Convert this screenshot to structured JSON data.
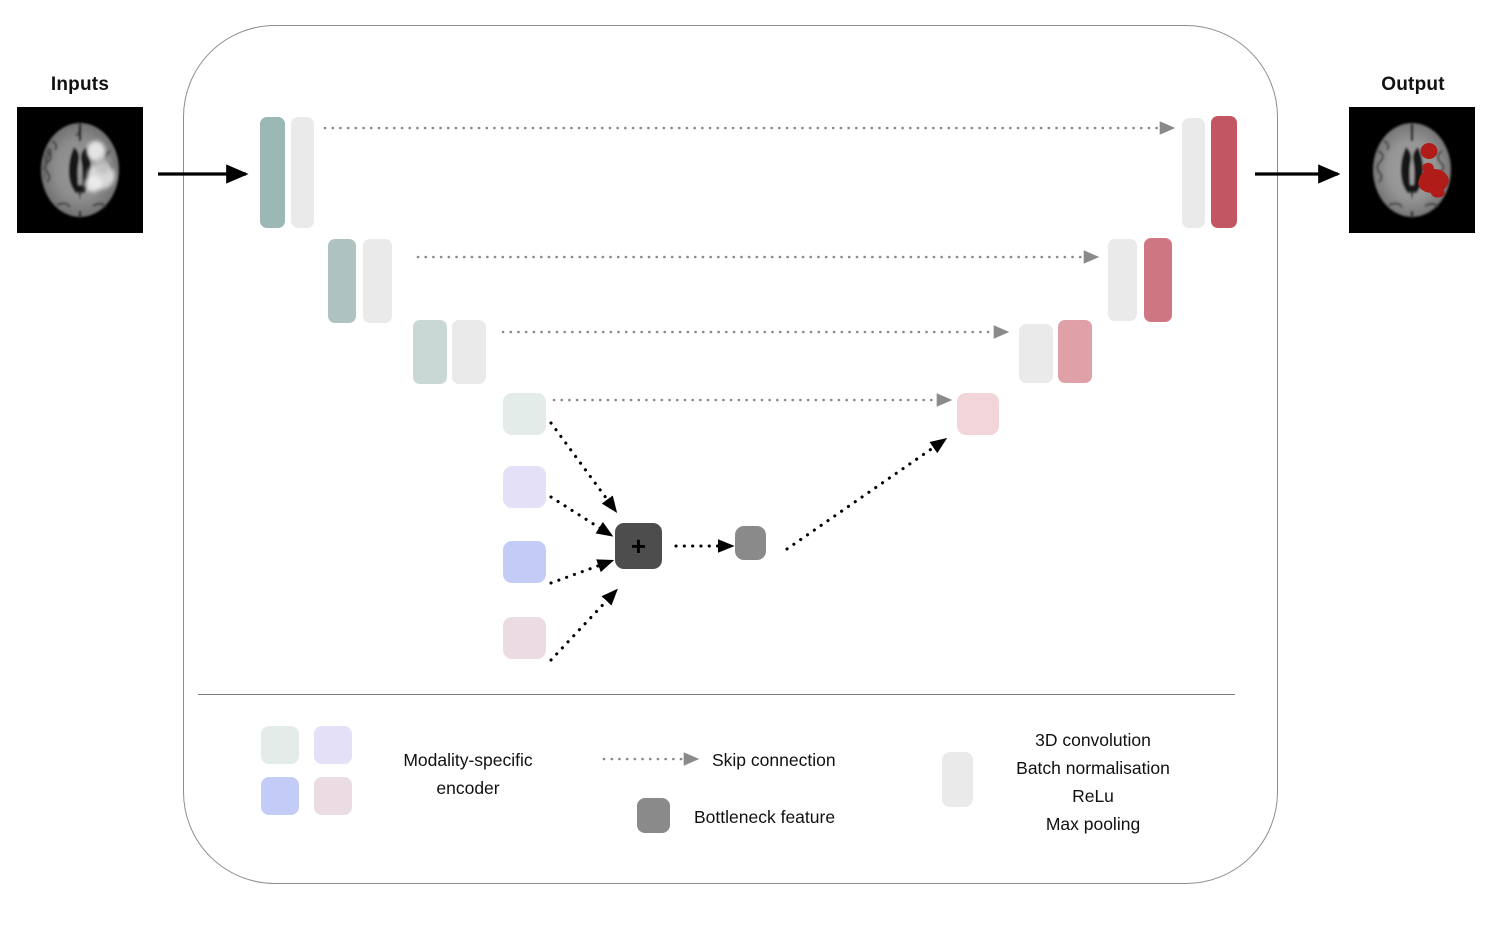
{
  "figure": {
    "type": "neural-network-architecture-diagram",
    "title_left": "Inputs",
    "title_right": "Output",
    "modality_count": 4
  },
  "io": {
    "input_label": "Inputs",
    "output_label": "Output",
    "input_image_alt": "axial-dwi-brain-mri-slice",
    "output_image_alt": "axial-dwi-brain-mri-slice-with-red-lesion-segmentation-overlay",
    "lesion_overlay_color": "#B01C17"
  },
  "colors": {
    "encoder_l1": "#9BB8B5",
    "encoder_l2": "#AEC3BF",
    "encoder_l3": "#C9D8D5",
    "encoder_l4": "#E3ECE8",
    "conv_block": "#EAEAEA",
    "decoder_l1": "#C25663",
    "decoder_l2": "#CE7681",
    "decoder_l3": "#E0A0A8",
    "decoder_l4": "#F2D5D8",
    "modality_green": "#E3ECE8",
    "modality_lavender": "#E4E0F7",
    "modality_periwinkle": "#C3CCF7",
    "modality_pink": "#EBDCE4",
    "sum_node": "#4D4D4D",
    "bottleneck_node": "#8A8A8A",
    "skip_arrow": "#8A8A8A",
    "container_border": "#8D8D8D",
    "solid_arrow": "#000000"
  },
  "encoder_levels": [
    {
      "level": 1,
      "label": "encoder-level-1"
    },
    {
      "level": 2,
      "label": "encoder-level-2"
    },
    {
      "level": 3,
      "label": "encoder-level-3"
    },
    {
      "level": 4,
      "label": "encoder-level-4"
    }
  ],
  "decoder_levels": [
    {
      "level": 1,
      "label": "decoder-level-1"
    },
    {
      "level": 2,
      "label": "decoder-level-2"
    },
    {
      "level": 3,
      "label": "decoder-level-3"
    },
    {
      "level": 4,
      "label": "decoder-level-4"
    }
  ],
  "modality_encoders": [
    {
      "index": 1,
      "color": "#E3ECE8",
      "name": "modality-encoder-1"
    },
    {
      "index": 2,
      "color": "#E4E0F7",
      "name": "modality-encoder-2"
    },
    {
      "index": 3,
      "color": "#C3CCF7",
      "name": "modality-encoder-3"
    },
    {
      "index": 4,
      "color": "#EBDCE4",
      "name": "modality-encoder-4"
    }
  ],
  "bottleneck": {
    "sum_symbol": "+",
    "sum_node_name": "fusion-sum-node",
    "feature_node_name": "bottleneck-feature-node"
  },
  "legend": {
    "modality_encoder_line1": "Modality-specific",
    "modality_encoder_line2": "encoder",
    "skip_connection": "Skip connection",
    "bottleneck_feature": "Bottleneck feature",
    "conv_block": {
      "line1": "3D convolution",
      "line2": "Batch normalisation",
      "line3": "ReLu",
      "line4": "Max pooling"
    }
  },
  "icons": {
    "skip_arrow": "dotted-arrow-right-icon",
    "flow_arrow": "solid-arrow-right-icon",
    "fusion_arrow": "dotted-arrow-icon",
    "plus": "plus-icon"
  }
}
